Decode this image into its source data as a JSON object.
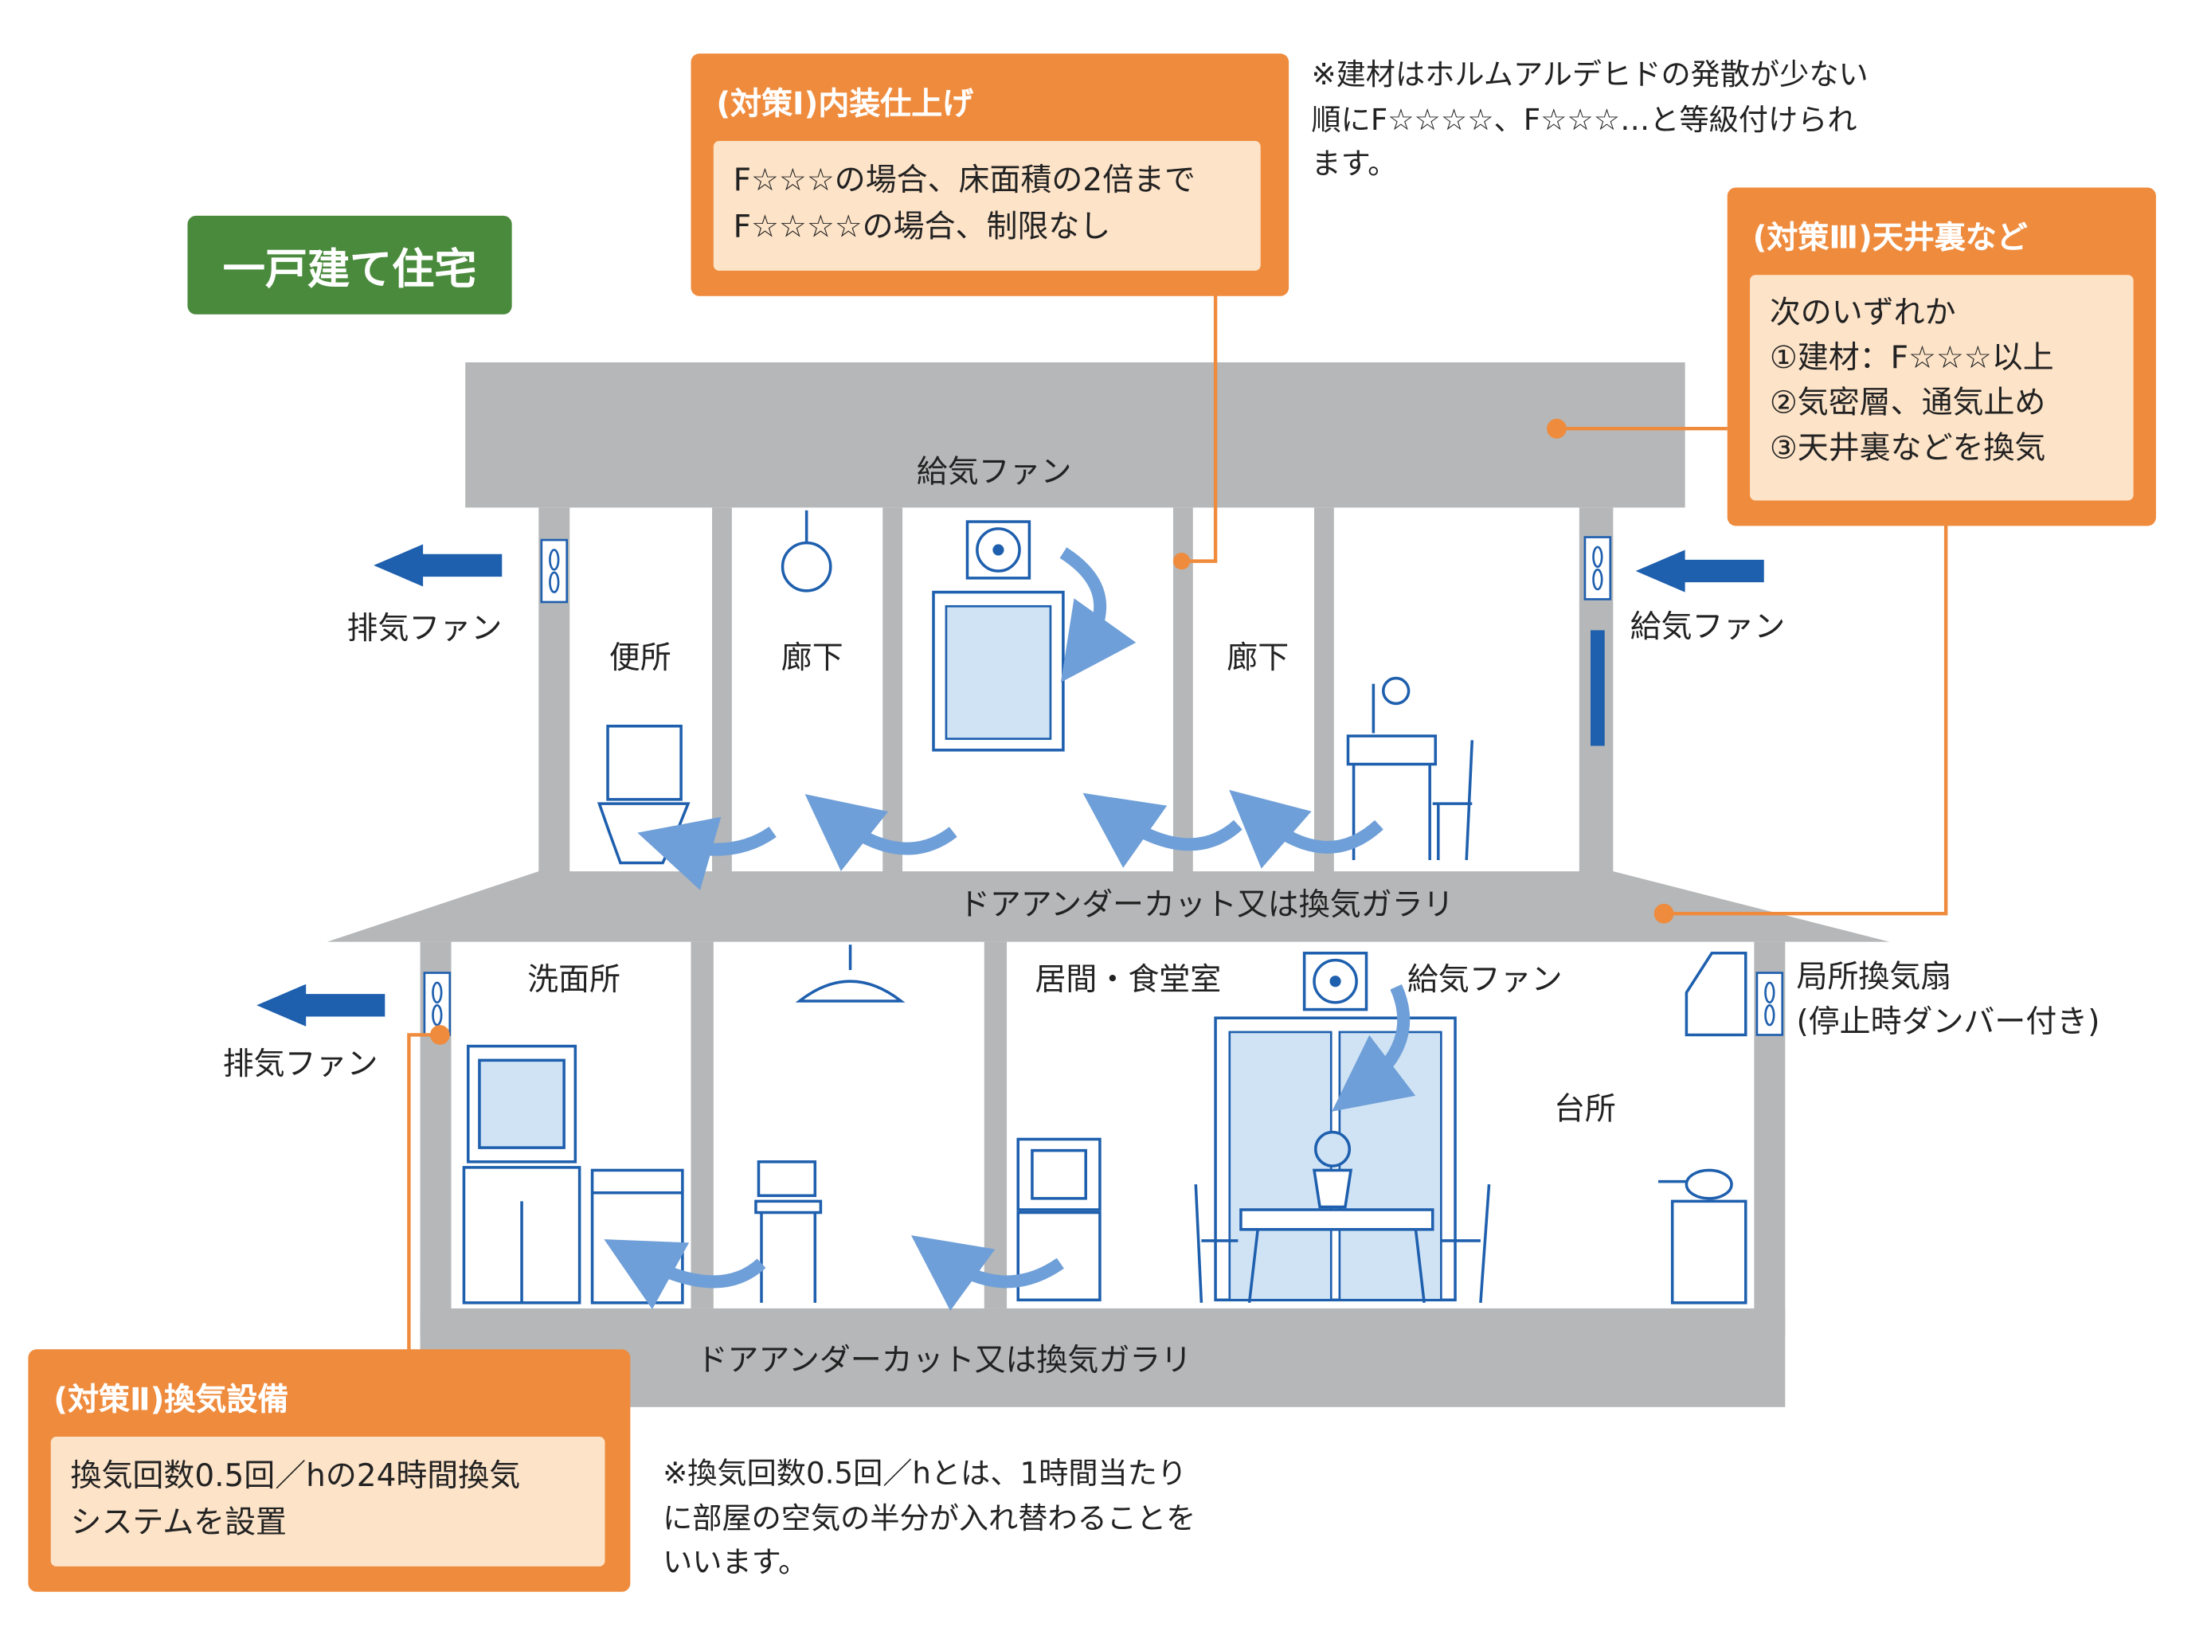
{
  "house_type": "一戸建て住宅",
  "measure1": {
    "title": "(対策Ⅰ)内装仕上げ",
    "lines": [
      "F☆☆☆の場合、床面積の2倍まで",
      "F☆☆☆☆の場合、制限なし"
    ]
  },
  "measure2": {
    "title": "(対策Ⅱ)換気設備",
    "lines": [
      "換気回数0.5回／hの24時間換気",
      "システムを設置"
    ]
  },
  "measure3": {
    "title": "(対策Ⅲ)天井裏など",
    "lines": [
      "次のいずれか",
      "①建材：F☆☆☆以上",
      "②気密層、通気止め",
      "③天井裏などを換気"
    ]
  },
  "note_top": "※建材はホルムアルデヒドの発散が少ない順にF☆☆☆☆、F☆☆☆…と等級付けられます。",
  "note_bottom": "※換気回数0.5回／hとは、1時間当たりに部屋の空気の半分が入れ替わることをいいます。",
  "labels": {
    "supply_fan_attic": "給気ファン",
    "exhaust_fan_upper": "排気ファン",
    "supply_fan_right": "給気ファン",
    "toilet": "便所",
    "hall_1": "廊下",
    "hall_2": "廊下",
    "undercut_upper": "ドアアンダーカット又は換気ガラリ",
    "undercut_lower": "ドアアンダーカット又は換気ガラリ",
    "washroom": "洗面所",
    "living_dining": "居間・食堂室",
    "supply_fan_living": "給気ファン",
    "kitchen": "台所",
    "local_fan": "局所換気扇",
    "local_fan_note": "(停止時ダンバー付き)",
    "exhaust_fan_lower": "排気ファン"
  },
  "colors": {
    "accent_orange": "#ef8b3d",
    "inner_box": "#fde3c8",
    "wall_gray": "#b5b7b8",
    "arrow_blue": "#1e5fae",
    "flow_blue": "#6f9fd8",
    "tag_green": "#4a8a3c"
  }
}
